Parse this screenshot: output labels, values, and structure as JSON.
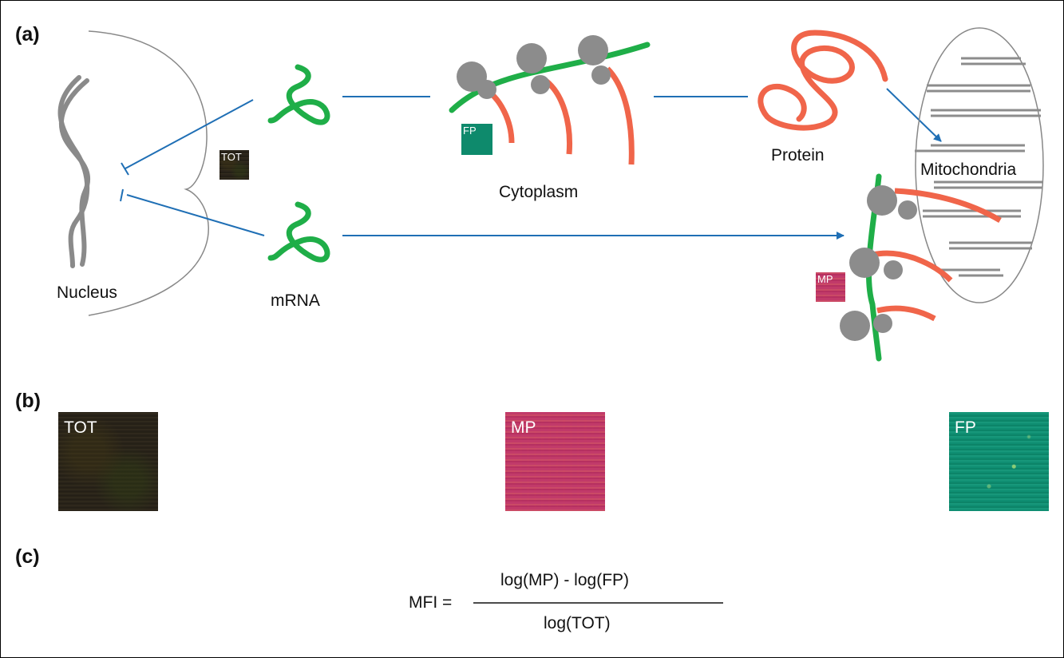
{
  "panels": {
    "a": "(a)",
    "b": "(b)",
    "c": "(c)"
  },
  "labels": {
    "nucleus": "Nucleus",
    "mrna": "mRNA",
    "cytoplasm": "Cytoplasm",
    "protein": "Protein",
    "mitochondria": "Mitochondria"
  },
  "small_tags": {
    "tot": "TOT",
    "fp": "FP",
    "mp": "MP"
  },
  "images": [
    {
      "tag": "TOT",
      "color": "#2b2519"
    },
    {
      "tag": "MP",
      "color": "#c13a6a"
    },
    {
      "tag": "FP",
      "color": "#11896d"
    }
  ],
  "formula": {
    "lhs": "MFI =",
    "numerator": "log(MP) - log(FP)",
    "denominator": "log(TOT)"
  },
  "colors": {
    "arrow": "#1f6fb5",
    "mrna": "#1fae48",
    "protein": "#f0654a",
    "dna": "#8a8a8a",
    "ribosome": "#8c8c8c"
  }
}
